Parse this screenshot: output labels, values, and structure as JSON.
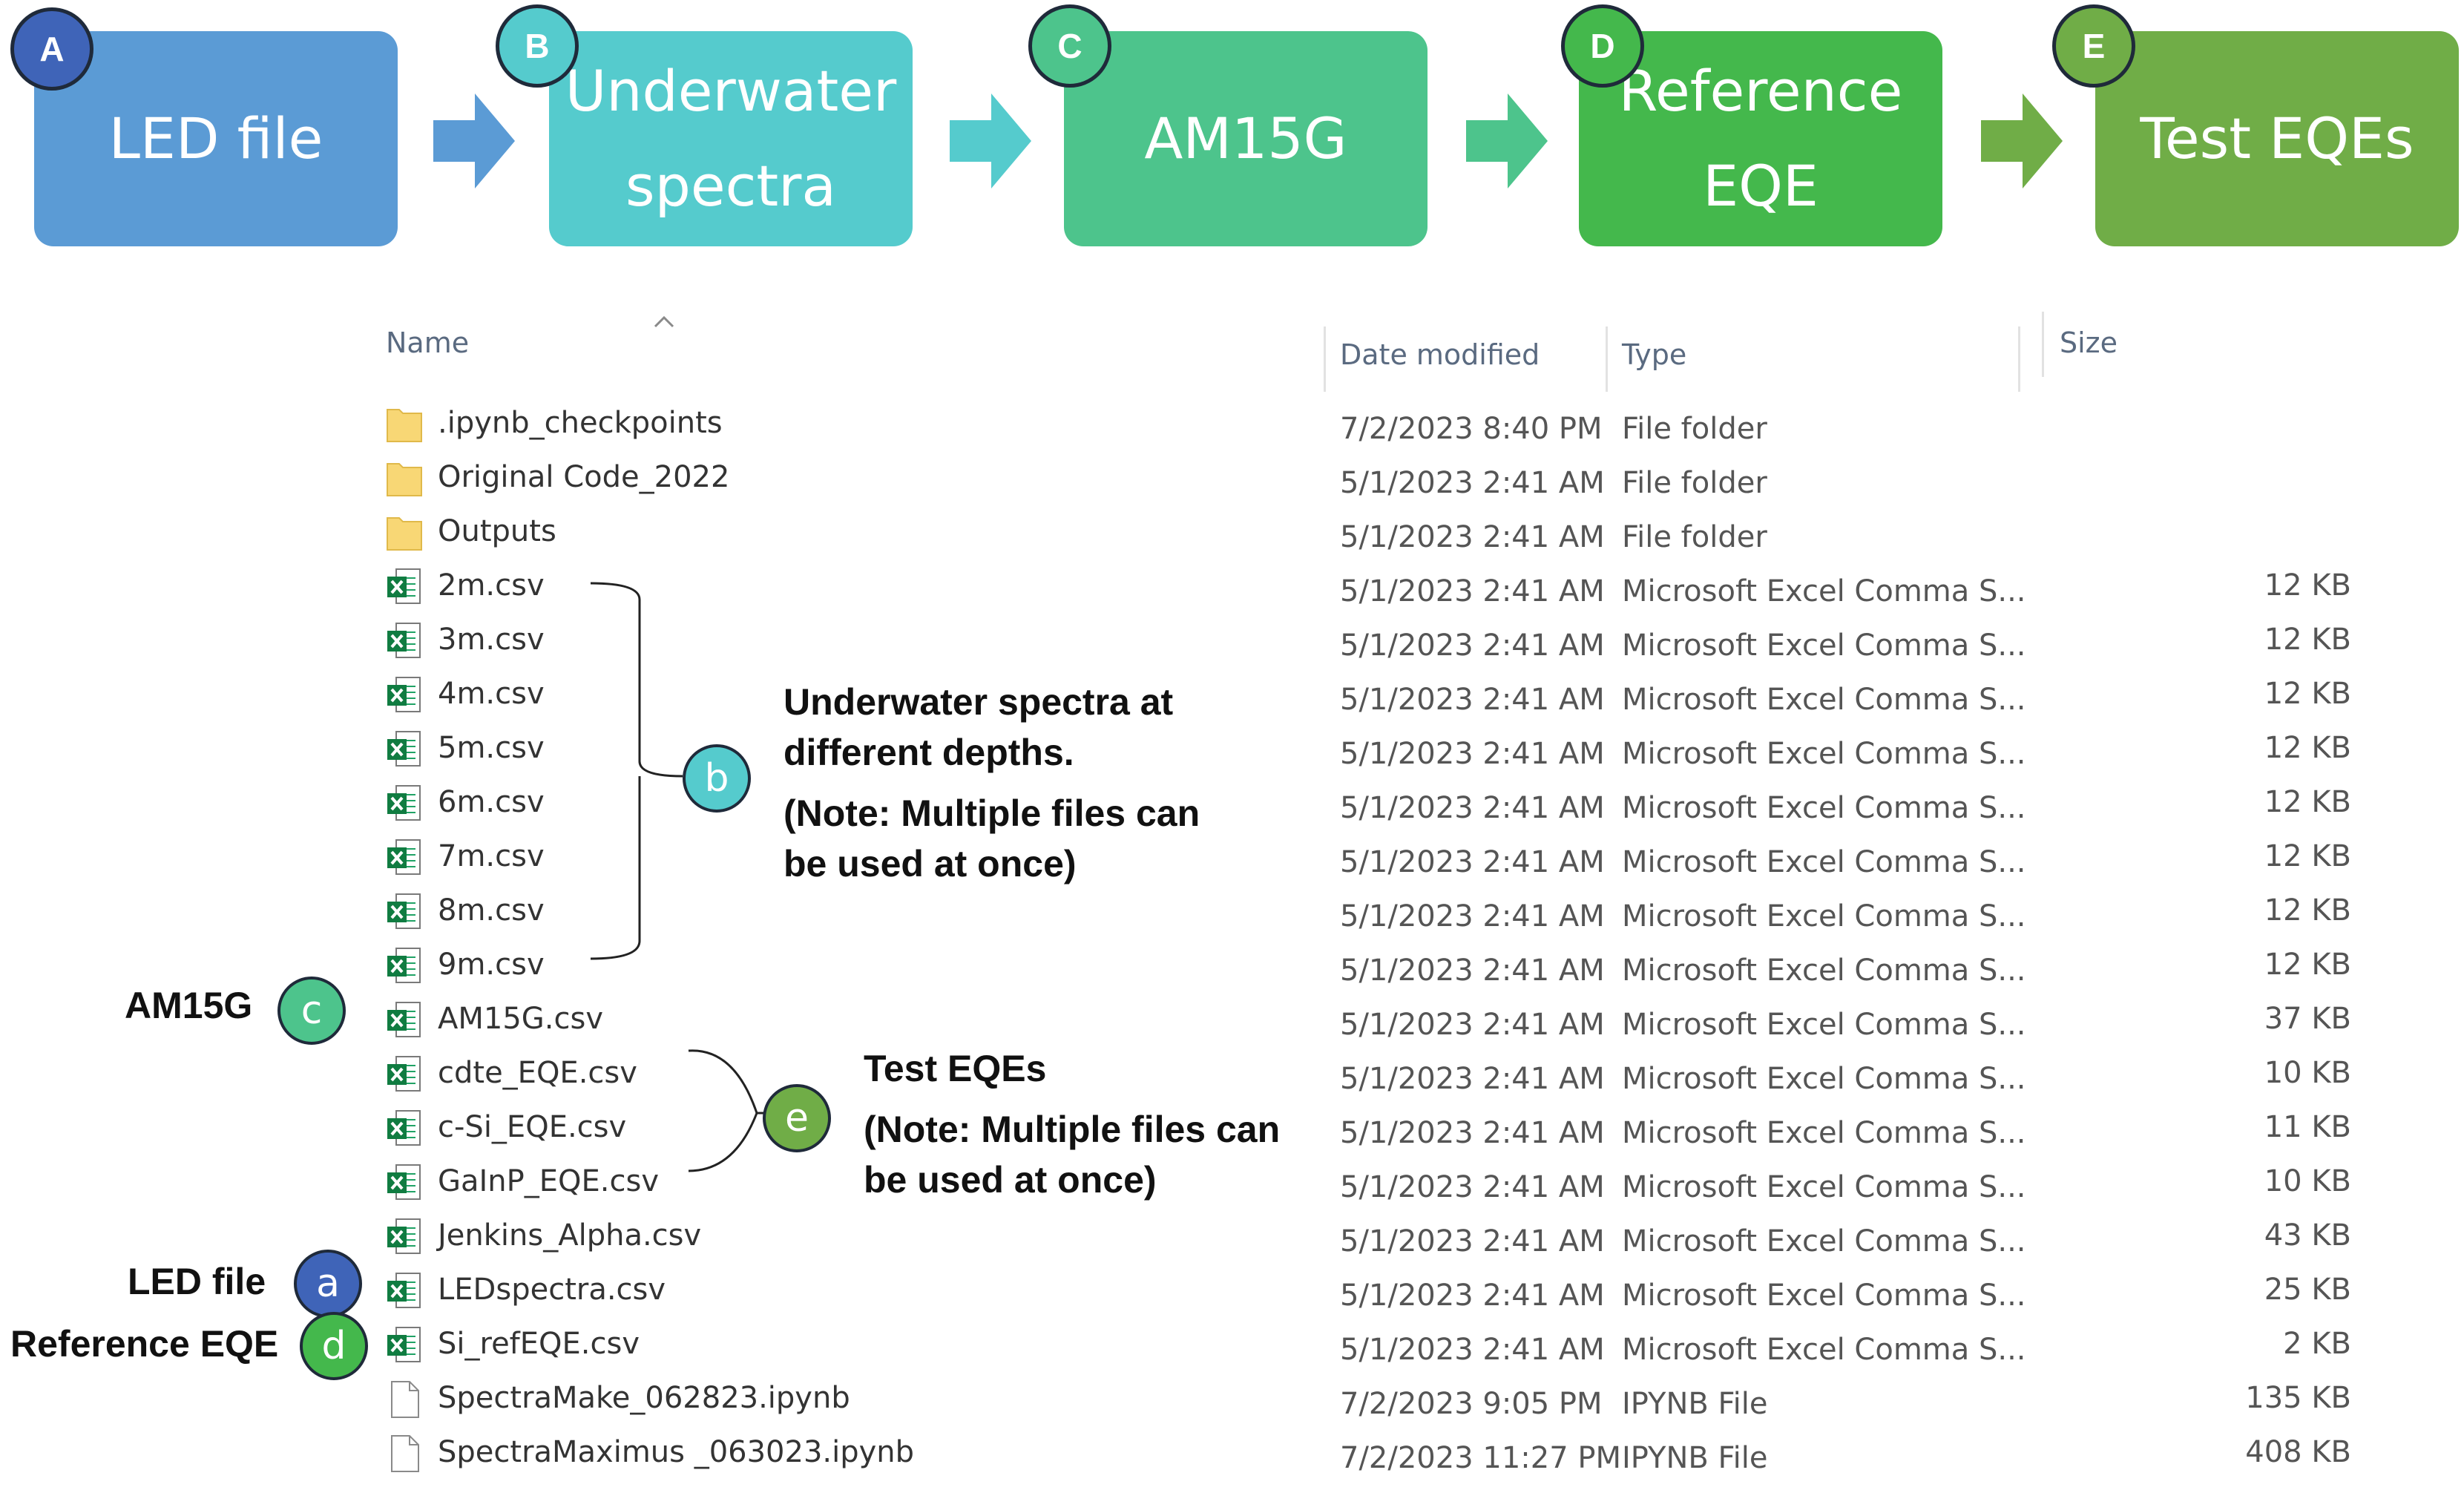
{
  "steps": [
    {
      "letter": "A",
      "lines": [
        "LED file"
      ],
      "color": "#5b9bd5"
    },
    {
      "letter": "B",
      "lines": [
        "Underwater",
        "spectra"
      ],
      "color": "#55cbcd"
    },
    {
      "letter": "C",
      "lines": [
        "AM15G"
      ],
      "color": "#4dc48c"
    },
    {
      "letter": "D",
      "lines": [
        "Reference",
        "EQE"
      ],
      "color": "#44b84c"
    },
    {
      "letter": "E",
      "lines": [
        "Test EQEs"
      ],
      "color": "#70ad47"
    }
  ],
  "arrow_colors": [
    "#5b9bd5",
    "#55cbcd",
    "#4dc48c",
    "#70ad47"
  ],
  "badge_border_color": "#1f2a3a",
  "headers": {
    "name": "Name",
    "date": "Date modified",
    "type": "Type",
    "size": "Size"
  },
  "files": [
    {
      "name": ".ipynb_checkpoints",
      "date": "7/2/2023 8:40 PM",
      "type": "File folder",
      "size": "",
      "icon": "folder-icon"
    },
    {
      "name": "Original Code_2022",
      "date": "5/1/2023 2:41 AM",
      "type": "File folder",
      "size": "",
      "icon": "folder-icon"
    },
    {
      "name": "Outputs",
      "date": "5/1/2023 2:41 AM",
      "type": "File folder",
      "size": "",
      "icon": "folder-icon"
    },
    {
      "name": "2m.csv",
      "date": "5/1/2023 2:41 AM",
      "type": "Microsoft Excel Comma S...",
      "size": "12 KB",
      "icon": "excel-csv-icon"
    },
    {
      "name": "3m.csv",
      "date": "5/1/2023 2:41 AM",
      "type": "Microsoft Excel Comma S...",
      "size": "12 KB",
      "icon": "excel-csv-icon"
    },
    {
      "name": "4m.csv",
      "date": "5/1/2023 2:41 AM",
      "type": "Microsoft Excel Comma S...",
      "size": "12 KB",
      "icon": "excel-csv-icon"
    },
    {
      "name": "5m.csv",
      "date": "5/1/2023 2:41 AM",
      "type": "Microsoft Excel Comma S...",
      "size": "12 KB",
      "icon": "excel-csv-icon"
    },
    {
      "name": "6m.csv",
      "date": "5/1/2023 2:41 AM",
      "type": "Microsoft Excel Comma S...",
      "size": "12 KB",
      "icon": "excel-csv-icon"
    },
    {
      "name": "7m.csv",
      "date": "5/1/2023 2:41 AM",
      "type": "Microsoft Excel Comma S...",
      "size": "12 KB",
      "icon": "excel-csv-icon"
    },
    {
      "name": "8m.csv",
      "date": "5/1/2023 2:41 AM",
      "type": "Microsoft Excel Comma S...",
      "size": "12 KB",
      "icon": "excel-csv-icon"
    },
    {
      "name": "9m.csv",
      "date": "5/1/2023 2:41 AM",
      "type": "Microsoft Excel Comma S...",
      "size": "12 KB",
      "icon": "excel-csv-icon"
    },
    {
      "name": "AM15G.csv",
      "date": "5/1/2023 2:41 AM",
      "type": "Microsoft Excel Comma S...",
      "size": "37 KB",
      "icon": "excel-csv-icon"
    },
    {
      "name": "cdte_EQE.csv",
      "date": "5/1/2023 2:41 AM",
      "type": "Microsoft Excel Comma S...",
      "size": "10 KB",
      "icon": "excel-csv-icon"
    },
    {
      "name": "c-Si_EQE.csv",
      "date": "5/1/2023 2:41 AM",
      "type": "Microsoft Excel Comma S...",
      "size": "11 KB",
      "icon": "excel-csv-icon"
    },
    {
      "name": "GaInP_EQE.csv",
      "date": "5/1/2023 2:41 AM",
      "type": "Microsoft Excel Comma S...",
      "size": "10 KB",
      "icon": "excel-csv-icon"
    },
    {
      "name": "Jenkins_Alpha.csv",
      "date": "5/1/2023 2:41 AM",
      "type": "Microsoft Excel Comma S...",
      "size": "43 KB",
      "icon": "excel-csv-icon"
    },
    {
      "name": "LEDspectra.csv",
      "date": "5/1/2023 2:41 AM",
      "type": "Microsoft Excel Comma S...",
      "size": "25 KB",
      "icon": "excel-csv-icon"
    },
    {
      "name": "Si_refEQE.csv",
      "date": "5/1/2023 2:41 AM",
      "type": "Microsoft Excel Comma S...",
      "size": "2 KB",
      "icon": "excel-csv-icon"
    },
    {
      "name": "SpectraMake_062823.ipynb",
      "date": "7/2/2023 9:05 PM",
      "type": "IPYNB File",
      "size": "135 KB",
      "icon": "document-icon"
    },
    {
      "name": "SpectraMaximus _063023.ipynb",
      "date": "7/2/2023 11:27 PM",
      "type": "IPYNB File",
      "size": "408 KB",
      "icon": "document-icon"
    }
  ],
  "annotations": {
    "b": {
      "letter": "b",
      "color": "#55cbcd",
      "title_lines": [
        "Underwater spectra at",
        "different depths."
      ],
      "note_lines": [
        "(Note: Multiple files can",
        "be used at once)"
      ]
    },
    "c": {
      "letter": "c",
      "color": "#4dc48c",
      "label": "AM15G"
    },
    "e": {
      "letter": "e",
      "color": "#70ad47",
      "title_lines": [
        "Test EQEs"
      ],
      "note_lines": [
        "(Note: Multiple files can",
        "be used at once)"
      ]
    },
    "a": {
      "letter": "a",
      "color": "#3f64b8",
      "label": "LED file"
    },
    "d": {
      "letter": "d",
      "color": "#44b84c",
      "label": "Reference EQE"
    }
  }
}
